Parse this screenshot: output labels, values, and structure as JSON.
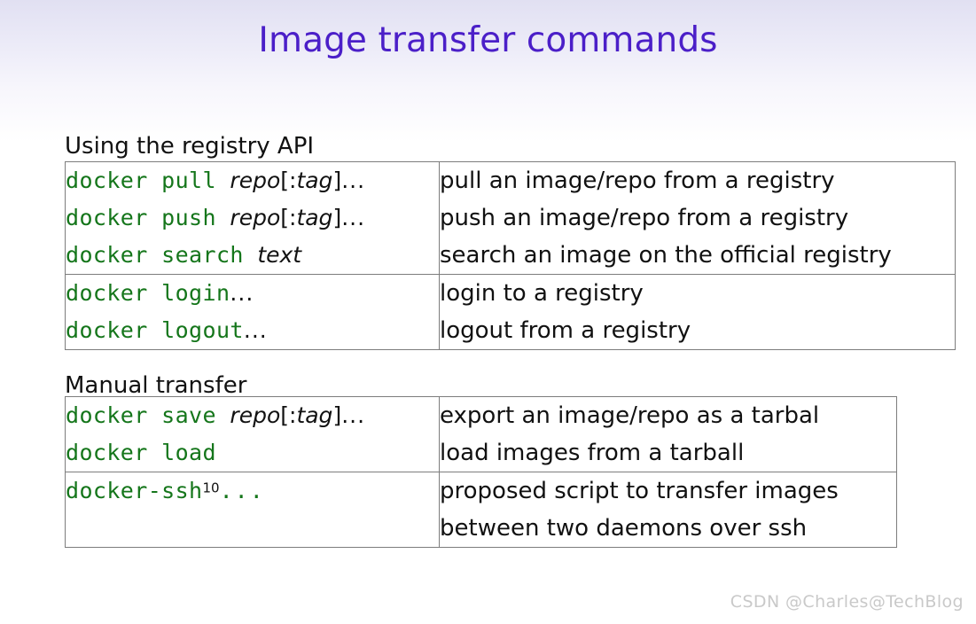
{
  "slide": {
    "title": "Image transfer commands",
    "title_color": "#4B1FC8",
    "command_color": "#15761B",
    "text_color": "#111111",
    "border_color": "#7d7d7d",
    "background": "#ffffff"
  },
  "sections": [
    {
      "heading": "Using the registry API",
      "groups": [
        {
          "rows": [
            {
              "command": {
                "prefix": "docker pull ",
                "arg1": "repo",
                "bracket_open": "[:",
                "arg2": "tag",
                "bracket_close": "]",
                "trailing_dots": "...",
                "trailing_dots_color": "black"
              },
              "description": "pull an image/repo from a registry"
            },
            {
              "command": {
                "prefix": "docker push ",
                "arg1": "repo",
                "bracket_open": "[:",
                "arg2": "tag",
                "bracket_close": "]",
                "trailing_dots": "...",
                "trailing_dots_color": "black"
              },
              "description": "push an image/repo from a registry"
            },
            {
              "command": {
                "prefix": "docker search ",
                "arg1": "text",
                "bracket_open": "",
                "arg2": "",
                "bracket_close": "",
                "trailing_dots": "",
                "trailing_dots_color": "black"
              },
              "description": "search an image on the official registry"
            }
          ]
        },
        {
          "rows": [
            {
              "command": {
                "prefix": "docker login",
                "arg1": "",
                "bracket_open": "",
                "arg2": "",
                "bracket_close": "",
                "trailing_dots": "...",
                "trailing_dots_color": "black"
              },
              "description": "login to a registry"
            },
            {
              "command": {
                "prefix": "docker logout",
                "arg1": "",
                "bracket_open": "",
                "arg2": "",
                "bracket_close": "",
                "trailing_dots": "...",
                "trailing_dots_color": "black"
              },
              "description": "logout from a registry"
            }
          ]
        }
      ]
    },
    {
      "heading": "Manual transfer",
      "groups": [
        {
          "rows": [
            {
              "command": {
                "prefix": "docker save ",
                "arg1": "repo",
                "bracket_open": "[:",
                "arg2": "tag",
                "bracket_close": "]",
                "trailing_dots": "...",
                "trailing_dots_color": "black"
              },
              "description": "export an image/repo as a tarbal"
            },
            {
              "command": {
                "prefix": "docker load",
                "arg1": "",
                "bracket_open": "",
                "arg2": "",
                "bracket_close": "",
                "trailing_dots": "",
                "trailing_dots_color": "black"
              },
              "description": "load images from a tarball"
            }
          ]
        },
        {
          "rows": [
            {
              "command": {
                "prefix": "docker-ssh",
                "footnote": "10",
                "arg1": "",
                "bracket_open": "",
                "arg2": "",
                "bracket_close": "",
                "trailing_dots": "...",
                "trailing_dots_color": "green"
              },
              "description_line_1": "proposed script to transfer images",
              "description_line_2": "between two daemons over ssh"
            }
          ]
        }
      ]
    }
  ],
  "watermark": "CSDN @Charles@TechBlog"
}
